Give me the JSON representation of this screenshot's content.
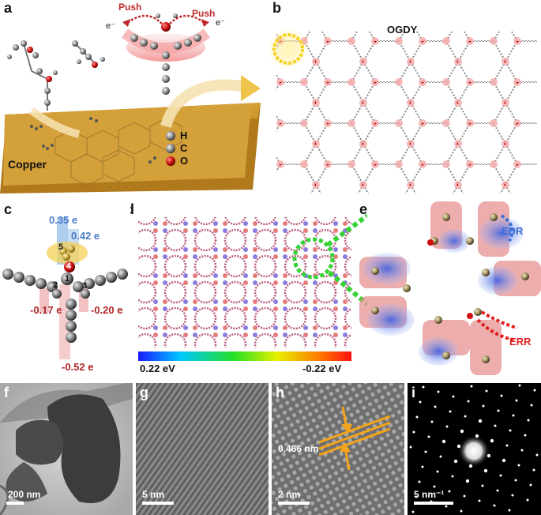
{
  "panels": {
    "a": {
      "label": "a",
      "push_left": "Push",
      "push_right": "Push",
      "e_left": "e⁻",
      "e_right": "e⁻",
      "substrate": "Copper",
      "legend": [
        "H",
        "C",
        "O"
      ]
    },
    "b": {
      "label": "b",
      "title": "OGDY"
    },
    "c": {
      "label": "c",
      "charges": [
        "0.35 e",
        "0.42 e",
        "-0.17 e",
        "-0.20 e",
        "-0.52 e"
      ],
      "atoms": [
        "5",
        "4",
        "1",
        "2",
        "3"
      ]
    },
    "d": {
      "label": "d",
      "cbar_min": "0.22 eV",
      "cbar_max": "-0.22 eV"
    },
    "e": {
      "label": "e",
      "edr": "EDR",
      "err": "ERR"
    },
    "f": {
      "label": "f",
      "scale": "200 nm"
    },
    "g": {
      "label": "g",
      "scale": "5 nm"
    },
    "h": {
      "label": "h",
      "scale": "2 nm",
      "spacing": "0.466 nm"
    },
    "i": {
      "label": "i",
      "scale": "5 nm⁻¹"
    }
  },
  "colors": {
    "copper": "#d9a43b",
    "push": "#c0282d",
    "edr": "#3a6fd8",
    "err": "#e02020",
    "yellow": "#f5d31a",
    "green": "#2fc42f"
  }
}
